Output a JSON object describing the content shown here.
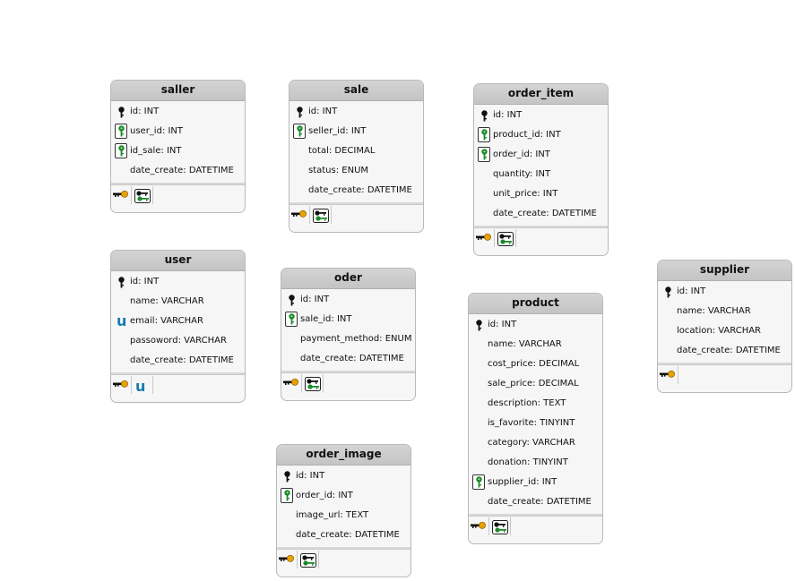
{
  "tables": {
    "saller": {
      "title": "saller",
      "columns": [
        {
          "label": "id: INT",
          "kind": "pk"
        },
        {
          "label": "user_id: INT",
          "kind": "fk"
        },
        {
          "label": "id_sale: INT",
          "kind": "fk"
        },
        {
          "label": "date_create: DATETIME",
          "kind": "plain"
        }
      ],
      "indexes": [
        "primary-key-icon",
        "foreign-key-icon"
      ]
    },
    "sale": {
      "title": "sale",
      "columns": [
        {
          "label": "id: INT",
          "kind": "pk"
        },
        {
          "label": "seller_id: INT",
          "kind": "fk"
        },
        {
          "label": "total: DECIMAL",
          "kind": "plain"
        },
        {
          "label": "status: ENUM",
          "kind": "plain"
        },
        {
          "label": "date_create: DATETIME",
          "kind": "plain"
        }
      ],
      "indexes": [
        "primary-key-icon",
        "foreign-key-icon"
      ]
    },
    "order_item": {
      "title": "order_item",
      "columns": [
        {
          "label": "id: INT",
          "kind": "pk"
        },
        {
          "label": "product_id: INT",
          "kind": "fk"
        },
        {
          "label": "order_id: INT",
          "kind": "fk"
        },
        {
          "label": "quantity: INT",
          "kind": "plain"
        },
        {
          "label": "unit_price: INT",
          "kind": "plain"
        },
        {
          "label": "date_create: DATETIME",
          "kind": "plain"
        }
      ],
      "indexes": [
        "primary-key-icon",
        "foreign-key-icon"
      ]
    },
    "user": {
      "title": "user",
      "columns": [
        {
          "label": "id: INT",
          "kind": "pk"
        },
        {
          "label": "name: VARCHAR",
          "kind": "plain"
        },
        {
          "label": "email: VARCHAR",
          "kind": "uq"
        },
        {
          "label": "passoword: VARCHAR",
          "kind": "plain"
        },
        {
          "label": "date_create: DATETIME",
          "kind": "plain"
        }
      ],
      "indexes": [
        "primary-key-icon",
        "unique-icon"
      ]
    },
    "oder": {
      "title": "oder",
      "columns": [
        {
          "label": "id: INT",
          "kind": "pk"
        },
        {
          "label": "sale_id: INT",
          "kind": "fk"
        },
        {
          "label": "payment_method: ENUM",
          "kind": "plain"
        },
        {
          "label": "date_create: DATETIME",
          "kind": "plain"
        }
      ],
      "indexes": [
        "primary-key-icon",
        "foreign-key-icon"
      ]
    },
    "product": {
      "title": "product",
      "columns": [
        {
          "label": "id: INT",
          "kind": "pk"
        },
        {
          "label": "name: VARCHAR",
          "kind": "plain"
        },
        {
          "label": "cost_price: DECIMAL",
          "kind": "plain"
        },
        {
          "label": "sale_price: DECIMAL",
          "kind": "plain"
        },
        {
          "label": "description: TEXT",
          "kind": "plain"
        },
        {
          "label": "is_favorite: TINYINT",
          "kind": "plain"
        },
        {
          "label": "category: VARCHAR",
          "kind": "plain"
        },
        {
          "label": "donation: TINYINT",
          "kind": "plain"
        },
        {
          "label": "supplier_id: INT",
          "kind": "fk"
        },
        {
          "label": "date_create: DATETIME",
          "kind": "plain"
        }
      ],
      "indexes": [
        "primary-key-icon",
        "foreign-key-icon"
      ]
    },
    "supplier": {
      "title": "supplier",
      "columns": [
        {
          "label": "id: INT",
          "kind": "pk"
        },
        {
          "label": "name: VARCHAR",
          "kind": "plain"
        },
        {
          "label": "location: VARCHAR",
          "kind": "plain"
        },
        {
          "label": "date_create: DATETIME",
          "kind": "plain"
        }
      ],
      "indexes": [
        "primary-key-icon"
      ]
    },
    "order_image": {
      "title": "order_image",
      "columns": [
        {
          "label": "id: INT",
          "kind": "pk"
        },
        {
          "label": "order_id: INT",
          "kind": "fk"
        },
        {
          "label": "image_url: TEXT",
          "kind": "plain"
        },
        {
          "label": "date_create: DATETIME",
          "kind": "plain"
        }
      ],
      "indexes": [
        "primary-key-icon",
        "foreign-key-icon"
      ]
    }
  },
  "colors": {
    "key_green": "#1d8a2a",
    "key_black": "#111111",
    "primary_key_gold": "#e8a200",
    "unique_blue": "#1a7bb0"
  }
}
